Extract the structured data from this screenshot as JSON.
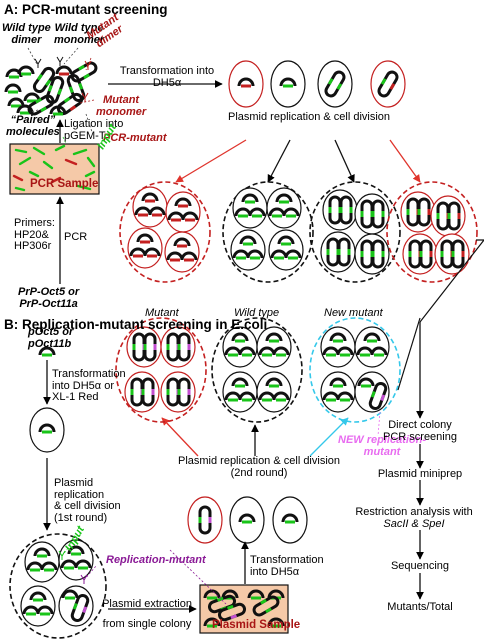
{
  "section_a": {
    "title": "A: PCR-mutant screening",
    "wild_type_dimer": [
      "Wild type",
      "dimer"
    ],
    "wild_type_monomer": [
      "Wild type",
      "monomer"
    ],
    "mutant_dimer": [
      "Mutant",
      "dimer"
    ],
    "mutant_monomer": [
      "Mutant",
      "monomer"
    ],
    "paired_molecules": [
      "“Paired”",
      "molecules"
    ],
    "ligation": [
      "Ligation into",
      "pGEM-T"
    ],
    "pcr_mutant": "PCR-mutant",
    "input": "Input",
    "pcr_sample": "PCR Sample",
    "primers": [
      "Primers:",
      "HP20&",
      "HP306r"
    ],
    "pcr": "PCR",
    "templates": [
      "PrP-Oct5 or",
      "PrP-Oct11a"
    ],
    "transformation": [
      "Transformation into",
      "DH5α"
    ],
    "replication": "Plasmid replication & cell division"
  },
  "section_b": {
    "title": "B: Replication-mutant screening in E.coli",
    "plasmids": [
      "pOct5 or",
      "pOct11b"
    ],
    "transformation": [
      "Transformation",
      "into DH5α or",
      "XL-1 Red"
    ],
    "replication_first": [
      "Plasmid",
      "replication",
      "& cell division",
      "(1st round)"
    ],
    "input": "Input",
    "replication_mutant": "Replication-mutant",
    "extraction": [
      "Plasmid extraction",
      "from single colony"
    ],
    "plasmid_sample": "Plasmid Sample",
    "transformation_2": [
      "Transformation",
      "into DH5α"
    ],
    "replication_second": [
      "Plasmid replication & cell division",
      "(2nd round)"
    ],
    "mutant": "Mutant",
    "wild_type": "Wild type",
    "new_mutant": "New mutant",
    "new_replication_mutant": [
      "NEW replication-",
      "mutant"
    ]
  },
  "workflow": {
    "steps": [
      [
        "Direct colony",
        "PCR screening"
      ],
      [
        "Plasmid miniprep"
      ],
      [
        "Restriction analysis with",
        "SacII & SpeI"
      ],
      [
        "Sequencing"
      ],
      [
        "Mutants/Total"
      ]
    ]
  },
  "colors": {
    "wild_type_segment": "#19c419",
    "mutant_segment": "#c42020",
    "replication_mutant_segment": "#c24fd0",
    "mutant_highlight": "#a81616",
    "new_mutant_highlight": "#35c8ea",
    "sample_fill": "#f5c9a8"
  }
}
